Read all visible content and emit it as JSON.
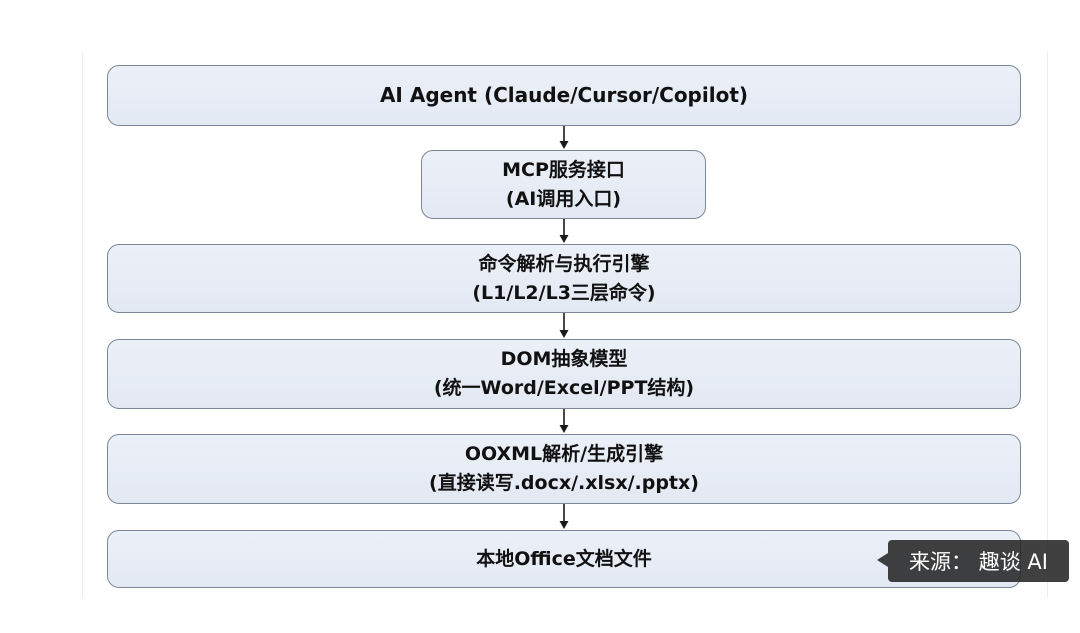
{
  "nodes": [
    {
      "line1": "AI Agent (Claude/Cursor/Copilot)",
      "line2": ""
    },
    {
      "line1": "MCP服务接口",
      "line2": "(AI调用入口)"
    },
    {
      "line1": "命令解析与执行引擎",
      "line2": "(L1/L2/L3三层命令)"
    },
    {
      "line1": "DOM抽象模型",
      "line2": "(统一Word/Excel/PPT结构)"
    },
    {
      "line1": "OOXML解析/生成引擎",
      "line2": "(直接读写.docx/.xlsx/.pptx)"
    },
    {
      "line1": "本地Office文档文件",
      "line2": ""
    }
  ],
  "watermark": {
    "text": "来源： 趣谈 AI"
  },
  "colors": {
    "box_fill": "#e6ecf5",
    "box_border": "#7b8797",
    "arrow": "#1a1a1a",
    "watermark_bg": "#262626"
  }
}
